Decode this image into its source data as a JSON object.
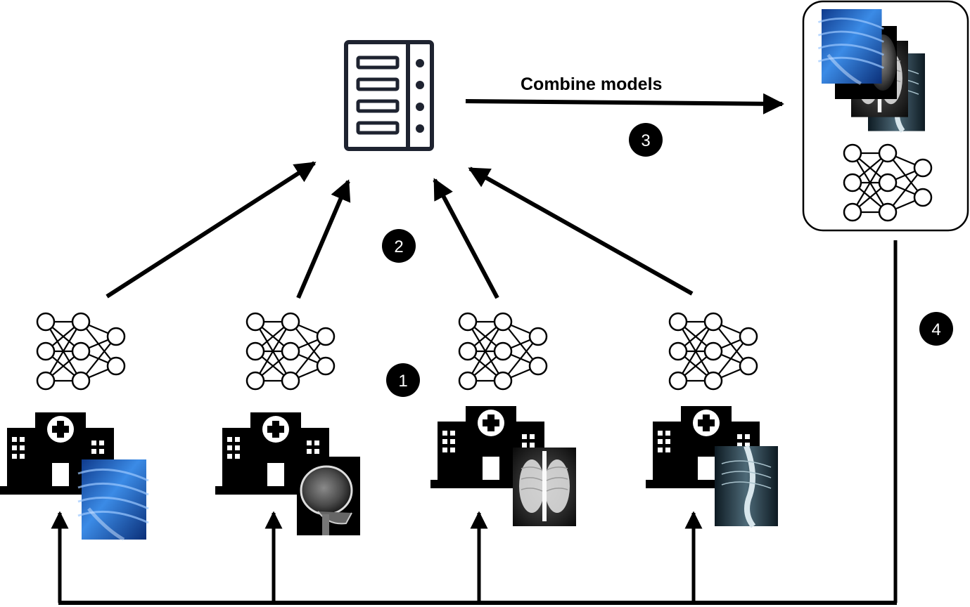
{
  "diagram": {
    "combine_label": "Combine models",
    "steps": {
      "step1": "1",
      "step2": "2",
      "step3": "3",
      "step4": "4"
    },
    "server": {
      "icon": "server-icon"
    },
    "global_model": {
      "icon": "neural-network-icon",
      "images": [
        "chest-xray",
        "skull-xray",
        "chest-xray",
        "spine-xray"
      ]
    },
    "hospitals": [
      {
        "icon": "hospital-icon",
        "image": "chest-xray-blue",
        "model_icon": "neural-network-icon"
      },
      {
        "icon": "hospital-icon",
        "image": "skull-xray",
        "model_icon": "neural-network-icon"
      },
      {
        "icon": "hospital-icon",
        "image": "chest-xray",
        "model_icon": "neural-network-icon"
      },
      {
        "icon": "hospital-icon",
        "image": "spine-xray",
        "model_icon": "neural-network-icon"
      }
    ],
    "colors": {
      "ink": "#000000",
      "xray_blue": "#2f7fe0",
      "background": "#ffffff"
    }
  }
}
